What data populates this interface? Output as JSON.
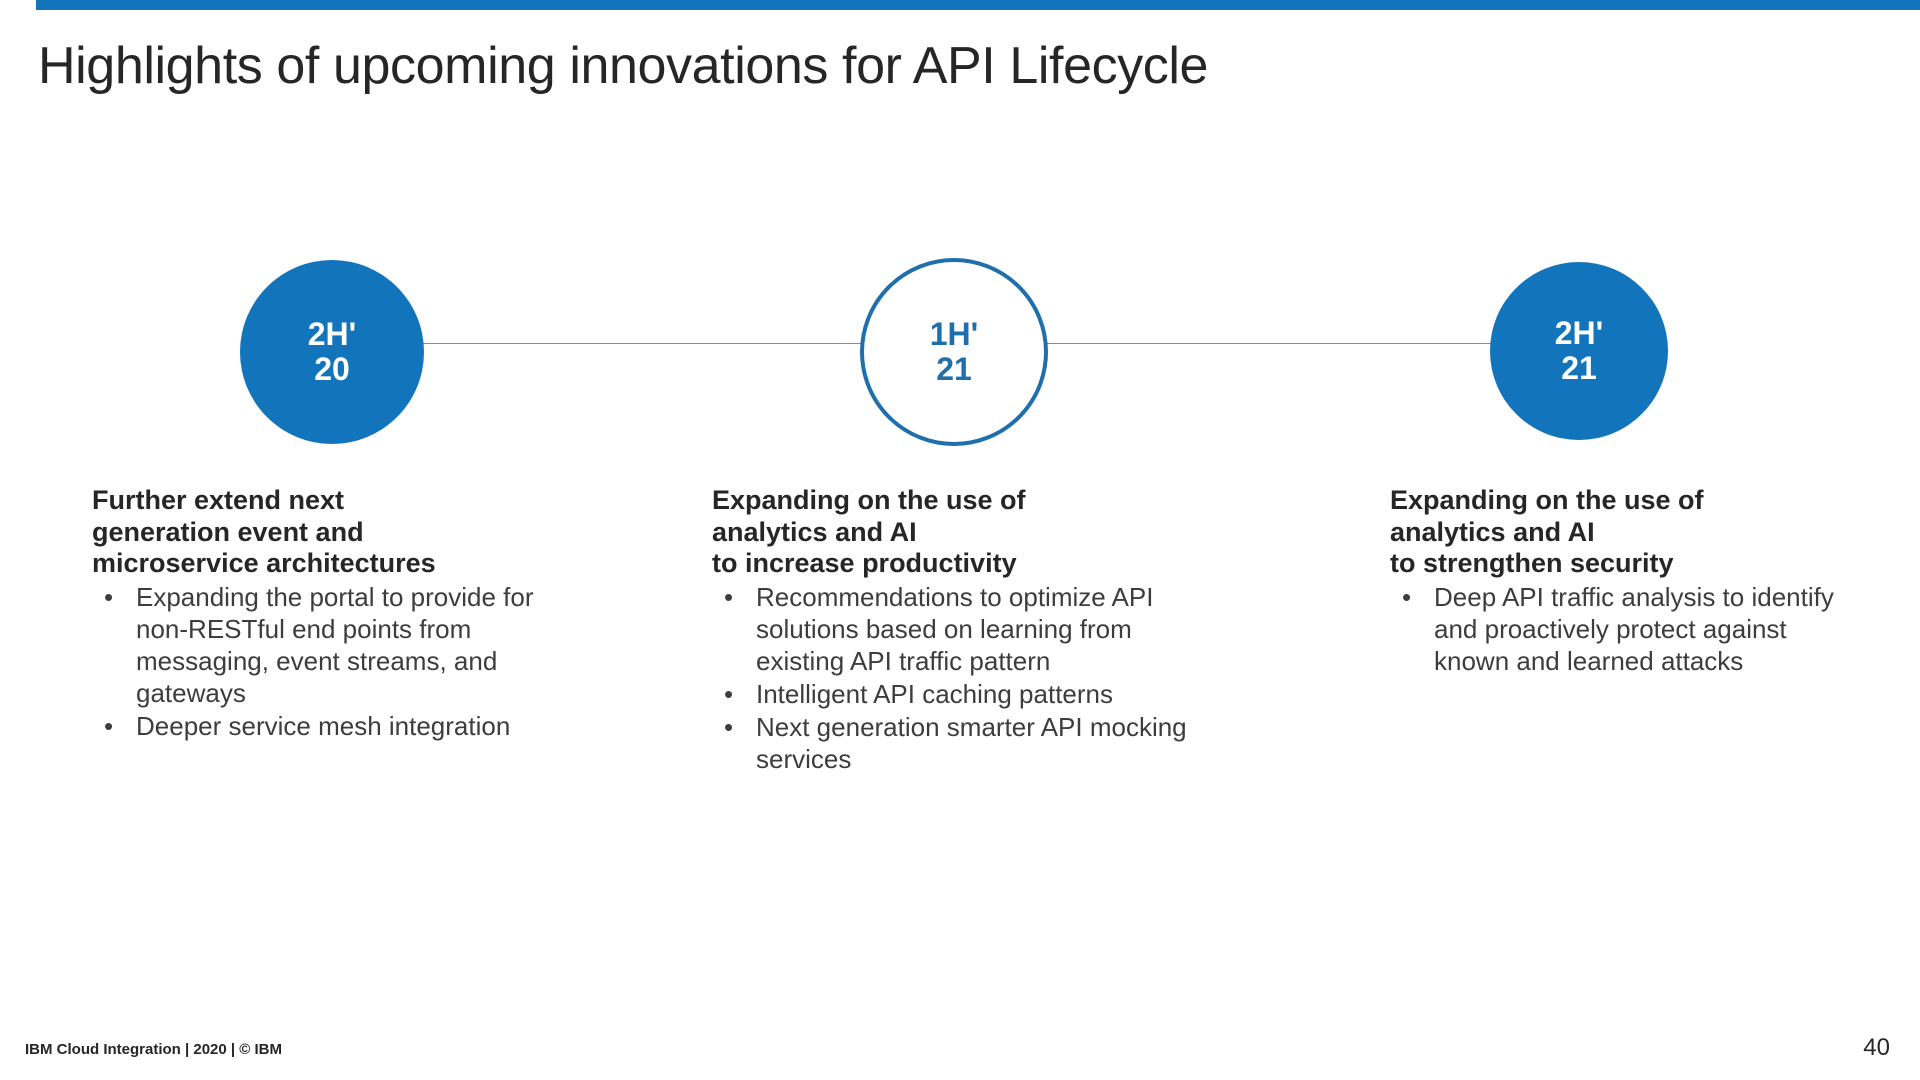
{
  "theme": {
    "accent_blue": "#1275BC",
    "outline_blue": "#1F6FAD",
    "text_dark": "#262626",
    "body_text": "#3D3D3D",
    "line_gray": "#8B8B8B"
  },
  "header": {
    "title": "Highlights of upcoming innovations for API Lifecycle"
  },
  "timeline": {
    "nodes": [
      {
        "label": "2H' 20",
        "style": "filled"
      },
      {
        "label": "1H' 21",
        "style": "outlined"
      },
      {
        "label": "2H' 21",
        "style": "filled"
      }
    ]
  },
  "columns": [
    {
      "heading": "Further extend next\ngeneration event and\nmicroservice architectures",
      "bullet_marker": "•",
      "bullets": [
        "Expanding the portal to provide for non-RESTful end points from messaging, event streams, and gateways",
        "Deeper service mesh integration"
      ]
    },
    {
      "heading": "Expanding on the use of\nanalytics and AI\nto increase productivity",
      "bullet_marker": "•",
      "bullets": [
        "Recommendations to optimize API solutions based on learning from existing API traffic pattern",
        "Intelligent API caching patterns",
        "Next generation smarter API mocking services"
      ]
    },
    {
      "heading": "Expanding on the use of\nanalytics and AI\nto strengthen security",
      "bullet_marker": "•",
      "bullets": [
        "Deep API traffic analysis to identify and proactively protect against known and learned attacks"
      ]
    }
  ],
  "footer": {
    "note": "IBM Cloud Integration  | 2020 | © IBM",
    "page_number": "40"
  }
}
